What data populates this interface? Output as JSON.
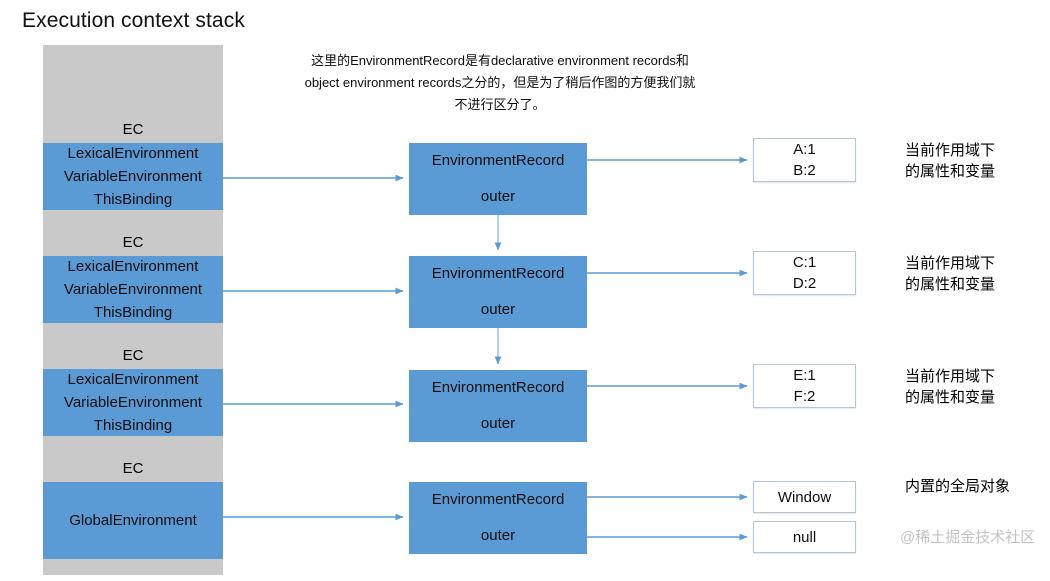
{
  "title": "Execution context stack",
  "annotation": "这里的EnvironmentRecord是有declarative environment records和object environment records之分的，但是为了稍后作图的方便我们就不进行区分了。",
  "watermark": "@稀土掘金技术社区",
  "colors": {
    "stack_gray": "#c9c9c9",
    "block_blue": "#5b9bd5",
    "connector_blue": "#5b9bd5",
    "value_border": "#b6c6d9",
    "text": "#0d0d0d",
    "watermark": "#c4c4c4"
  },
  "stack": {
    "label": "Execution context stack",
    "frames": [
      {
        "ec_label": "EC",
        "rows": [
          "LexicalEnvironment",
          "VariableEnvironment",
          "ThisBinding"
        ]
      },
      {
        "ec_label": "EC",
        "rows": [
          "LexicalEnvironment",
          "VariableEnvironment",
          "ThisBinding"
        ]
      },
      {
        "ec_label": "EC",
        "rows": [
          "LexicalEnvironment",
          "VariableEnvironment",
          "ThisBinding"
        ]
      },
      {
        "ec_label": "EC",
        "rows": [
          "GlobalEnvironment"
        ]
      }
    ]
  },
  "records": [
    {
      "title": "EnvironmentRecord",
      "outer": "outer"
    },
    {
      "title": "EnvironmentRecord",
      "outer": "outer"
    },
    {
      "title": "EnvironmentRecord",
      "outer": "outer"
    },
    {
      "title": "EnvironmentRecord",
      "outer": "outer"
    }
  ],
  "values": [
    {
      "rows": [
        "A:1",
        "B:2"
      ],
      "caption": [
        "当前作用域下",
        "的属性和变量"
      ]
    },
    {
      "rows": [
        "C:1",
        "D:2"
      ],
      "caption": [
        "当前作用域下",
        "的属性和变量"
      ]
    },
    {
      "rows": [
        "E:1",
        "F:2"
      ],
      "caption": [
        "当前作用域下",
        "的属性和变量"
      ]
    },
    {
      "rows": [
        "Window"
      ],
      "caption": [
        "内置的全局对象"
      ]
    },
    {
      "rows": [
        "null"
      ],
      "caption": []
    }
  ]
}
